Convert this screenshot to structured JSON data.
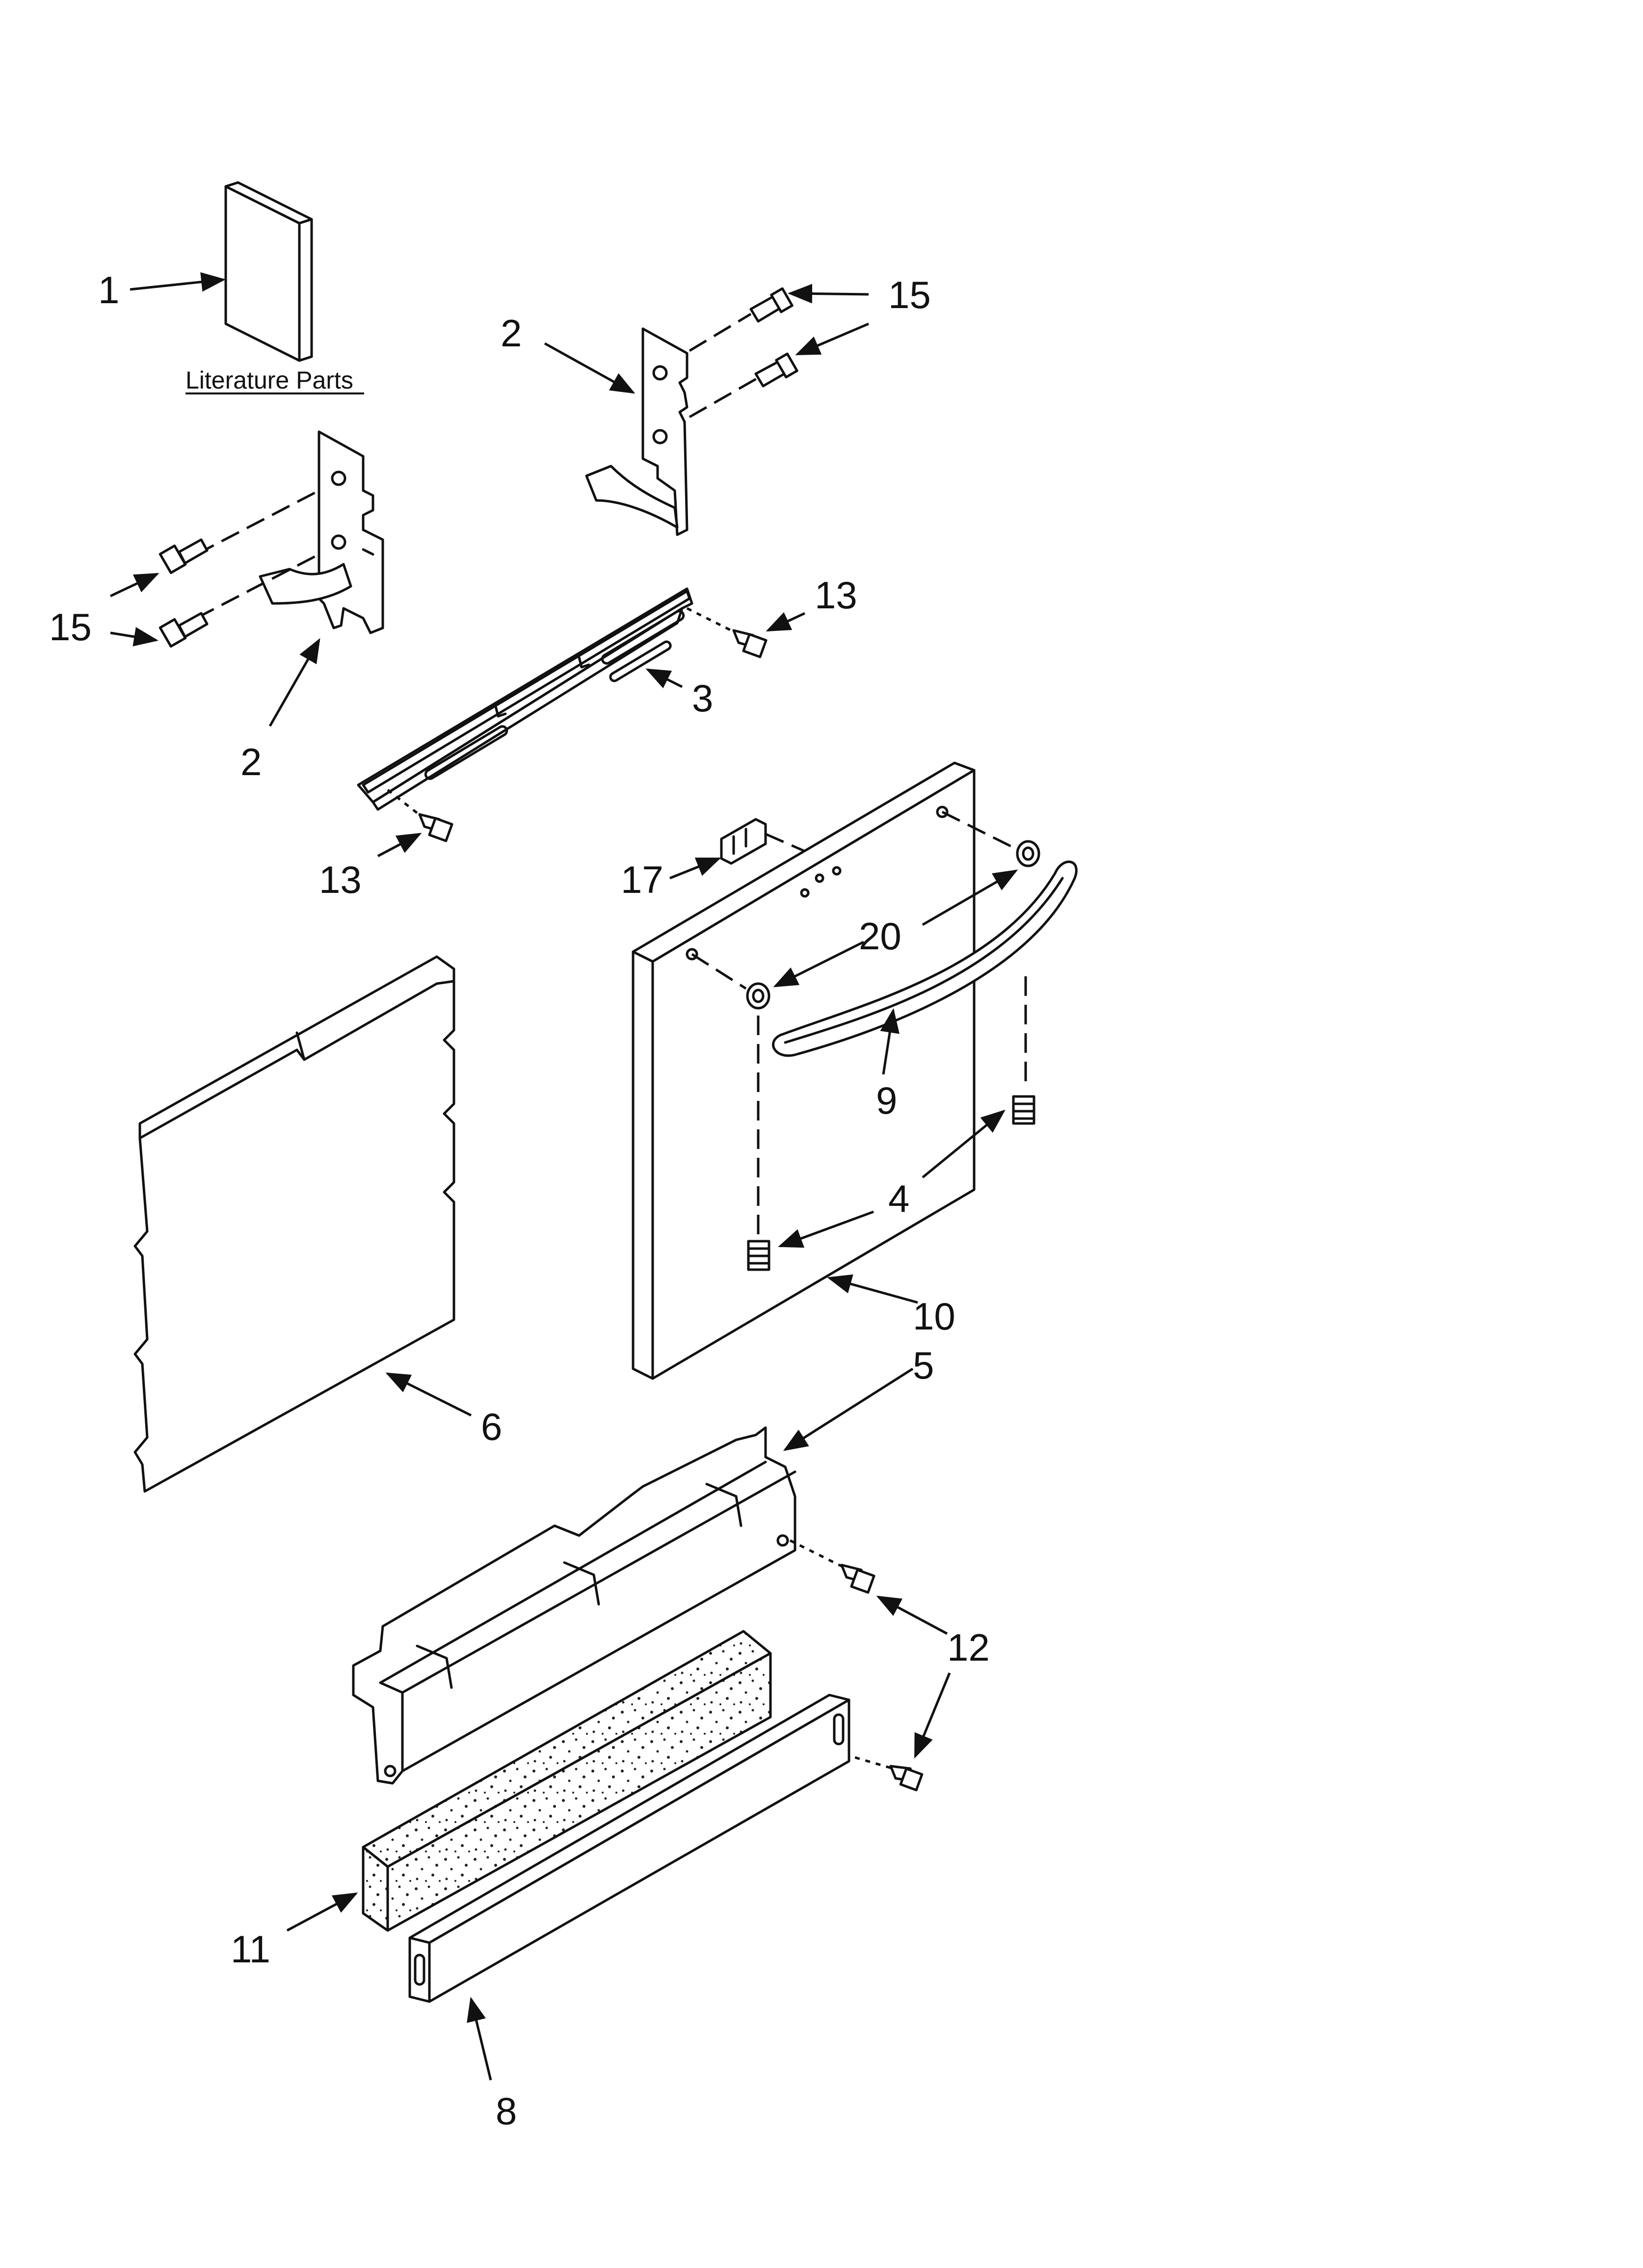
{
  "diagram": {
    "callouts": {
      "c1": "1",
      "c2a": "2",
      "c2b": "2",
      "c3": "3",
      "c4": "4",
      "c5": "5",
      "c6": "6",
      "c8": "8",
      "c9": "9",
      "c10": "10",
      "c11": "11",
      "c12": "12",
      "c13a": "13",
      "c13b": "13",
      "c15a": "15",
      "c15b": "15",
      "c17": "17",
      "c20": "20"
    },
    "literature_label": "Literature Parts"
  }
}
